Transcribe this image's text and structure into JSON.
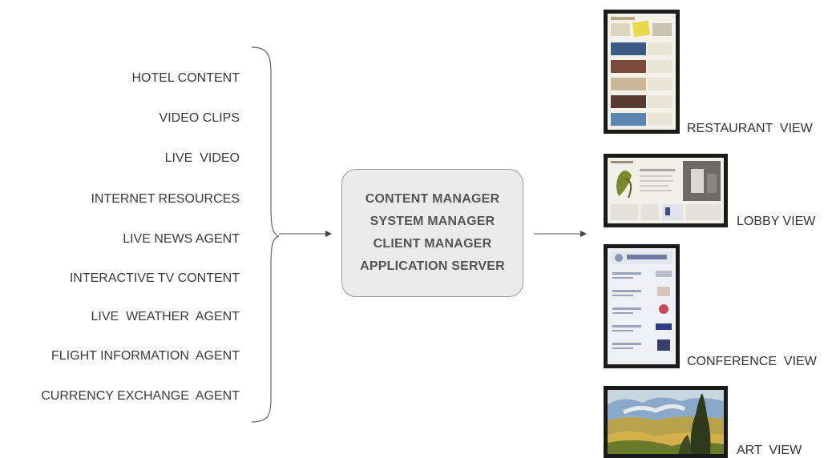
{
  "sources": [
    "HOTEL CONTENT",
    "VIDEO CLIPS",
    "LIVE  VIDEO",
    "INTERNET RESOURCES",
    "LIVE NEWS AGENT",
    "INTERACTIVE TV CONTENT",
    "LIVE  WEATHER  AGENT",
    "FLIGHT INFORMATION  AGENT",
    "CURRENCY EXCHANGE  AGENT"
  ],
  "server": {
    "lines": [
      "CONTENT MANAGER",
      "SYSTEM MANAGER",
      "CLIENT MANAGER",
      "APPLICATION SERVER"
    ]
  },
  "views": {
    "restaurant": "RESTAURANT  VIEW",
    "lobby": "LOBBY VIEW",
    "conference": "CONFERENCE  VIEW",
    "art": "ART  VIEW"
  }
}
